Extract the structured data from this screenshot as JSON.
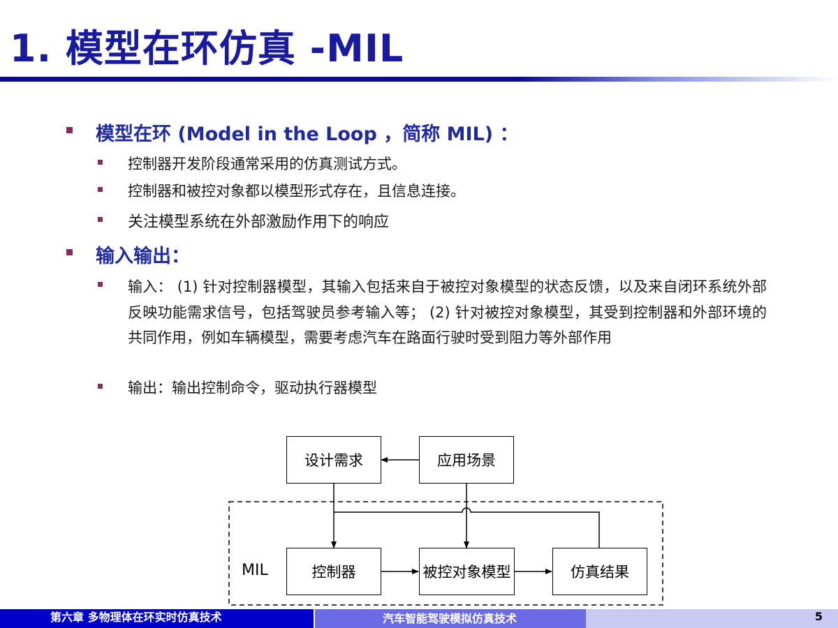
{
  "title": "1. 模型在环仿真 -MIL",
  "section1": {
    "heading": "模型在环 (Model in the Loop ，简称 MIL) ：",
    "items": [
      "控制器开发阶段通常采用的仿真测试方式。",
      "控制器和被控对象都以模型形式存在，且信息连接。",
      "关注模型系统在外部激励作用下的响应"
    ]
  },
  "section2": {
    "heading": "输入输出：",
    "input_text": "输入： (1) 针对控制器模型，其输入包括来自于被控对象模型的状态反馈，以及来自闭环系统外部反映功能需求信号，包括驾驶员参考输入等； (2) 针对被控对象模型，其受到控制器和外部环境的共同作用，例如车辆模型，需要考虑汽车在路面行驶时受到阻力等外部作用",
    "output_text": "输出：输出控制命令，驱动执行器模型"
  },
  "diagram": {
    "boxes": {
      "design": "设计需求",
      "scenario": "应用场景",
      "controller": "控制器",
      "plant": "被控对象模型",
      "result": "仿真结果"
    },
    "mil_label": "MIL"
  },
  "footer": {
    "chapter": "第六章 多物理体在环实时仿真技术",
    "course": "汽车智能驾驶模拟仿真技术",
    "page": "5"
  }
}
